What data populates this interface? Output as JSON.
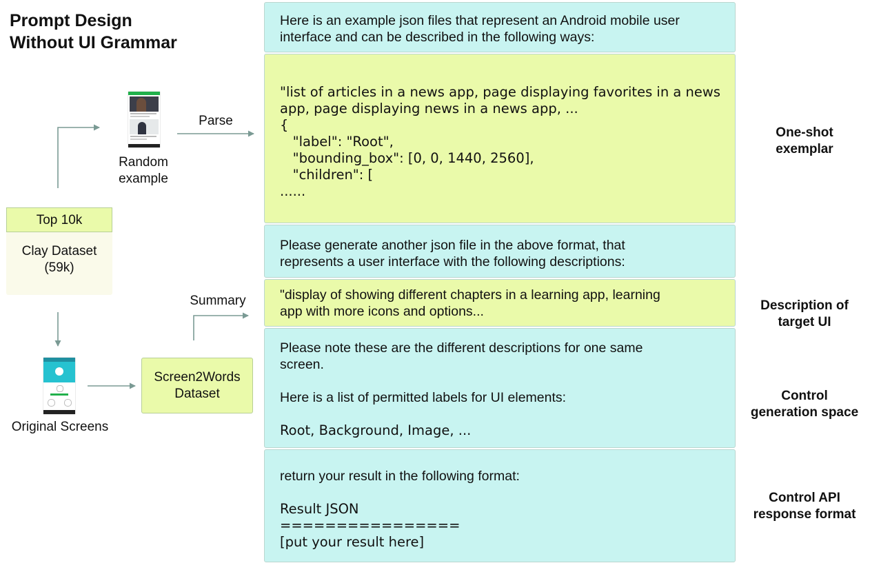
{
  "title": [
    "Prompt Design",
    "Without UI Grammar"
  ],
  "left": {
    "dataset_head": "Top 10k",
    "dataset_body": [
      "Clay Dataset",
      "(59k)"
    ],
    "random_label": [
      "Random",
      "example"
    ],
    "parse_label": "Parse",
    "original_label": "Original Screens",
    "summary_label": "Summary",
    "s2w": [
      "Screen2Words",
      "Dataset"
    ]
  },
  "blocks": {
    "intro": [
      "Here is an example json files that represent an Android mobile user",
      "interface and can be described in the following ways:"
    ],
    "exemplar": [
      "\"list of articles in a news app, page displaying favorites in a news",
      "app, page displaying news in a news app, ...",
      "{",
      "   \"label\": \"Root\",",
      "   \"bounding_box\": [0, 0, 1440, 2560],",
      "   \"children\": [",
      "......"
    ],
    "generate": [
      "Please generate another json file in the above format, that",
      "represents a user interface with the following descriptions:"
    ],
    "description": [
      "\"display of showing different chapters in a learning app, learning",
      "app with more icons and options..."
    ],
    "control": [
      "Please note these are the different descriptions for one same",
      "screen.",
      "",
      "Here is a list of permitted labels for UI elements:",
      "",
      "Root, Background, Image, ..."
    ],
    "response": [
      "return your result in the following format:",
      "",
      "Result JSON",
      "================",
      "[put your result here]"
    ]
  },
  "side_labels": {
    "oneshot": [
      "One-shot",
      "exemplar"
    ],
    "target": [
      "Description of",
      "target UI"
    ],
    "space": [
      "Control",
      "generation space"
    ],
    "api": [
      "Control API",
      "response format"
    ]
  },
  "colors": {
    "cyan": "#c8f4f1",
    "lime": "#eafaaa",
    "arrow": "#7a9a94",
    "phone_green": "#21b04b",
    "phone_teal": "#26c2d0"
  }
}
